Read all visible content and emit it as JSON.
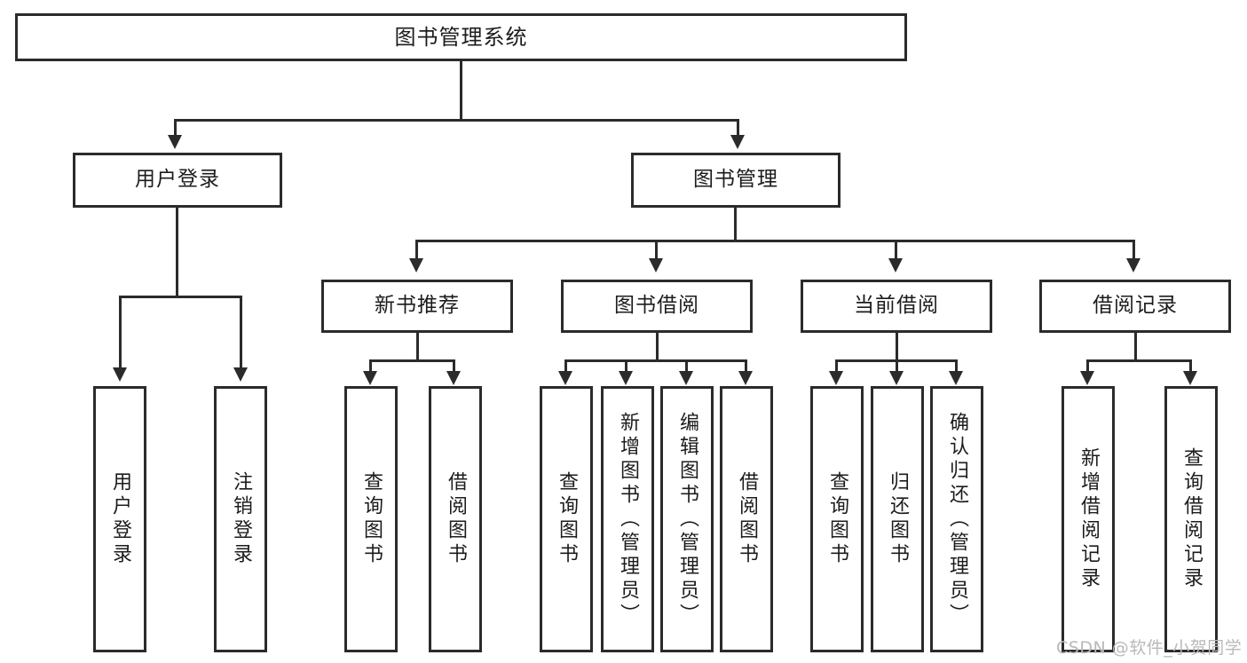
{
  "diagram": {
    "title": "图书管理系统",
    "type": "hierarchy-tree",
    "background_color": "#ffffff",
    "line_color": "#2b2b2b",
    "text_color": "#1c1c1c"
  },
  "root": {
    "label": "图书管理系统"
  },
  "level2": [
    {
      "label": "用户登录"
    },
    {
      "label": "图书管理"
    }
  ],
  "level3": [
    {
      "label": "新书推荐"
    },
    {
      "label": "图书借阅"
    },
    {
      "label": "当前借阅"
    },
    {
      "label": "借阅记录"
    }
  ],
  "leaves": {
    "user_login": [
      {
        "label": "用户登录"
      },
      {
        "label": "注销登录"
      }
    ],
    "new_book_recommend": [
      {
        "label": "查询图书"
      },
      {
        "label": "借阅图书"
      }
    ],
    "book_borrow": [
      {
        "label": "查询图书"
      },
      {
        "label": "新增图书（管理员）"
      },
      {
        "label": "编辑图书（管理员）"
      },
      {
        "label": "借阅图书"
      }
    ],
    "current_borrow": [
      {
        "label": "查询图书"
      },
      {
        "label": "归还图书"
      },
      {
        "label": "确认归还（管理员）"
      }
    ],
    "borrow_record": [
      {
        "label": "新增借阅记录"
      },
      {
        "label": "查询借阅记录"
      }
    ]
  },
  "watermark": {
    "text": "CSDN @软件_小贺同学",
    "color": "#b9b9b9"
  }
}
